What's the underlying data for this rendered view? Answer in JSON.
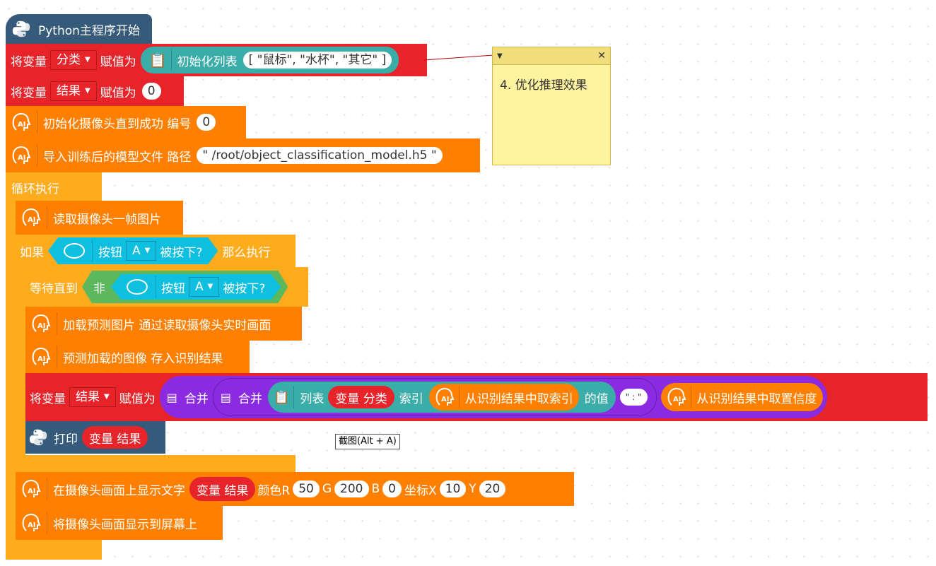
{
  "start_block": {
    "label": "Python主程序开始"
  },
  "set_var_1": {
    "prefix": "将变量",
    "var": "分类",
    "assign": "赋值为",
    "func": "初始化列表",
    "value": "[ \"鼠标\", \"水杯\", \"其它\" ]"
  },
  "set_var_2": {
    "prefix": "将变量",
    "var": "结果",
    "assign": "赋值为",
    "value": "0"
  },
  "init_camera": {
    "label": "初始化摄像头直到成功 编号",
    "value": "0"
  },
  "import_model": {
    "label": "导入训练后的模型文件 路径",
    "value": "\" /root/object_classification_model.h5 \""
  },
  "loop": {
    "label": "循环执行"
  },
  "read_frame": {
    "label": "读取摄像头一帧图片"
  },
  "if_block": {
    "if": "如果",
    "button": "按钮",
    "key": "A",
    "pressed": "被按下?",
    "then": "那么执行"
  },
  "wait_until": {
    "label": "等待直到",
    "not": "非",
    "button": "按钮",
    "key": "A",
    "pressed": "被按下?"
  },
  "load_image": {
    "label": "加载预测图片 通过读取摄像头实时画面"
  },
  "predict": {
    "label": "预测加载的图像 存入识别结果"
  },
  "set_var_3": {
    "prefix": "将变量",
    "var": "结果",
    "assign": "赋值为",
    "merge1": "合并",
    "merge2": "合并",
    "list": "列表",
    "var_pill": "变量 分类",
    "index": "索引",
    "take_index": "从识别结果中取索引",
    "value_of": "的值",
    "sep_str": "\" : \"",
    "take_conf": "从识别结果中取置信度"
  },
  "print": {
    "label": "打印",
    "var_pill": "变量 结果"
  },
  "display_text": {
    "label": "在摄像头画面上显示文字",
    "var_pill": "变量 结果",
    "color_r": "颜色R",
    "r": "50",
    "g_label": "G",
    "g": "200",
    "b_label": "B",
    "b": "0",
    "x_label": "坐标X",
    "x": "10",
    "y_label": "Y",
    "y": "20"
  },
  "show_screen": {
    "label": "将摄像头画面显示到屏幕上"
  },
  "comment": {
    "text": "4. 优化推理效果",
    "collapse_icon": "triangle-down-icon",
    "close_icon": "close-icon"
  },
  "tooltip": {
    "text": "截图(Alt + A)"
  },
  "colors": {
    "red": "#e8242b",
    "orange": "#ff8000",
    "loop": "#ffab1e",
    "cyan": "#0fbfe0",
    "green": "#5cb85c",
    "purple": "#8a2be2",
    "teal": "#3aada8",
    "python": "#365a7a"
  }
}
